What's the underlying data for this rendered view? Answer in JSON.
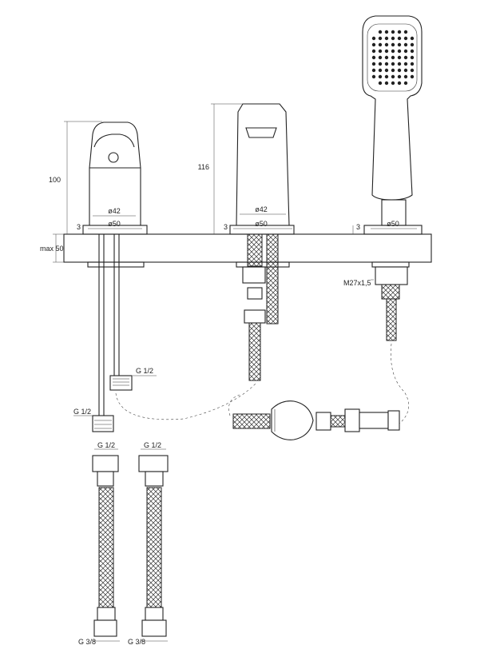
{
  "labels": {
    "dim_100": "100",
    "dim_116": "116",
    "max_50": "max 50",
    "three": "3",
    "d42": "ø42",
    "d50": "ø50",
    "g12": "G 1/2",
    "g38": "G 3/8",
    "m27": "M27x1,5"
  }
}
